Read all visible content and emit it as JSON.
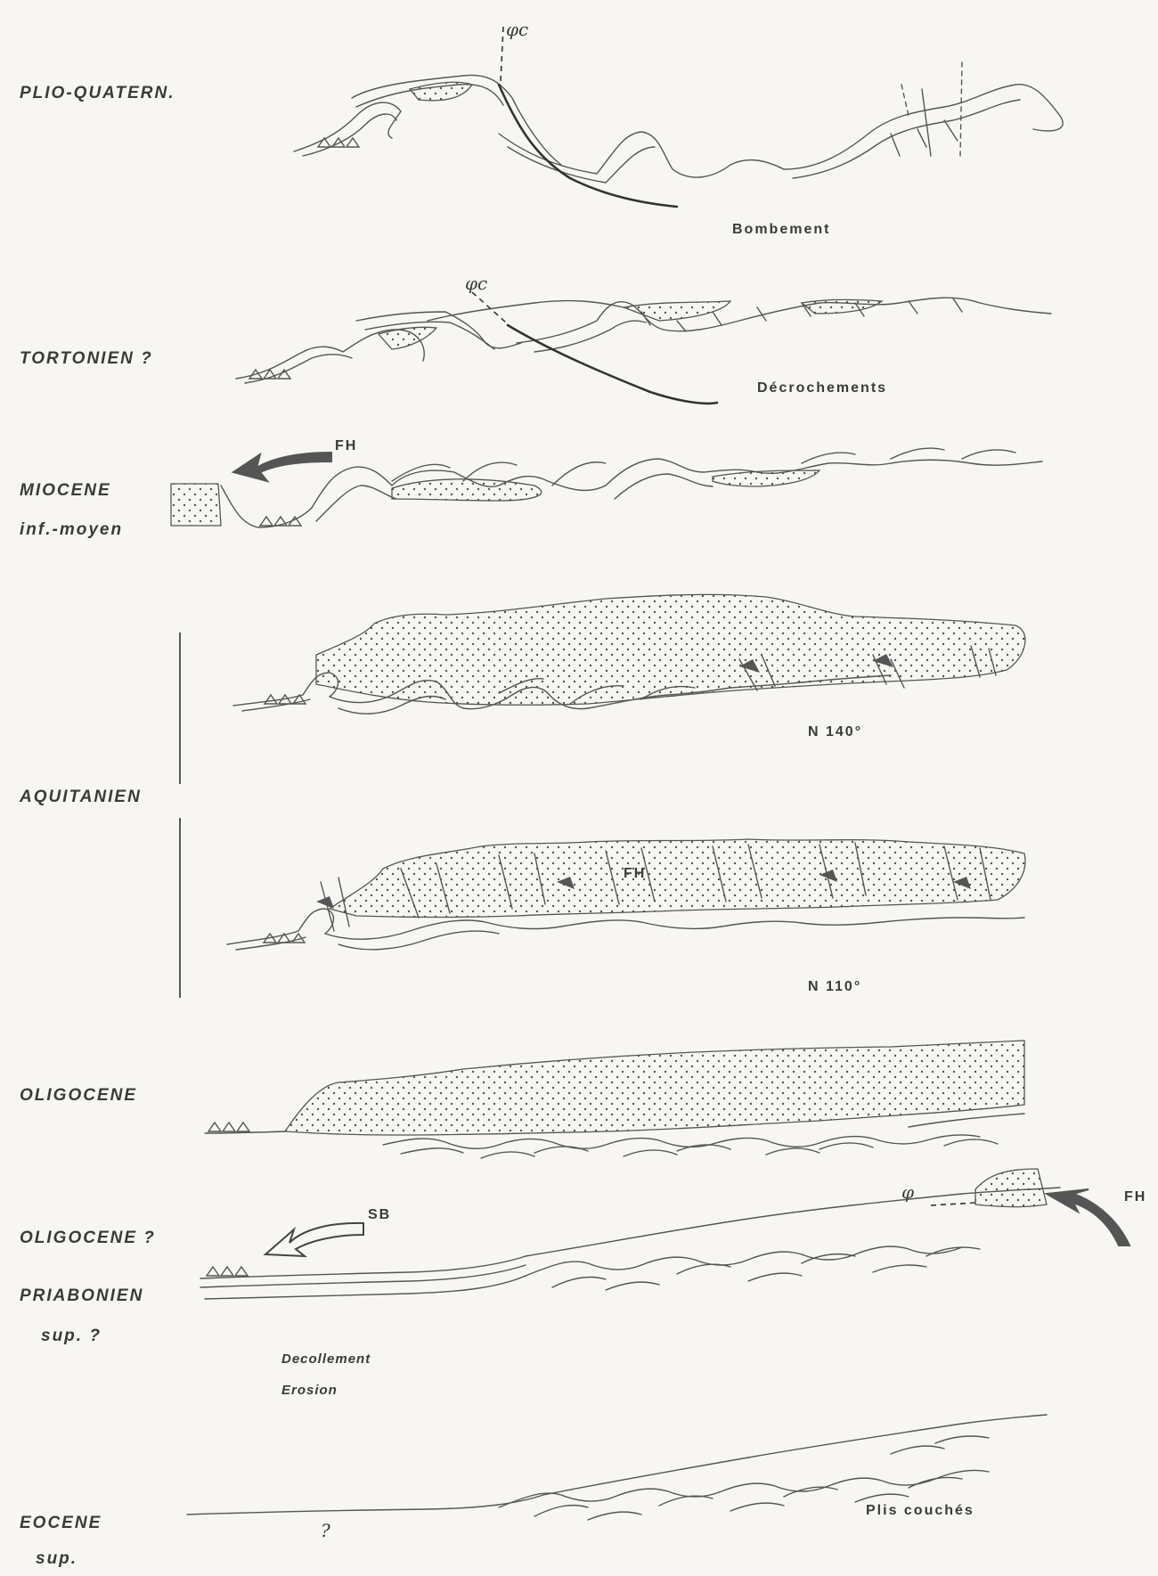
{
  "stages": {
    "plio_quatern": "PLIO-QUATERN.",
    "tortonien": "TORTONIEN ?",
    "miocene": "MIOCENE",
    "miocene_sub": "inf.-moyen",
    "aquitanien": "AQUITANIEN",
    "oligocene": "OLIGOCENE",
    "oligocene_q": "OLIGOCENE ?",
    "priabonien": "PRIABONIEN",
    "priabonien_sub": "sup. ?",
    "eocene": "EOCENE",
    "eocene_sub": "sup."
  },
  "annotations": {
    "phi_c_1": "φc",
    "phi_c_2": "φc",
    "bombement": "Bombement",
    "decrochements": "Décrochements",
    "fh_miocene": "FH",
    "n140": "N 140°",
    "fh_aquitanien": "FH",
    "n110": "N 110°",
    "phi": "φ",
    "fh_oligocene": "FH",
    "sb": "SB",
    "decollement": "Decollement",
    "erosion": "Erosion",
    "question": "?",
    "plis_couches": "Plis couchés"
  },
  "colors": {
    "ink": "#3a3a3a",
    "paper": "#f7f6f2",
    "arrow_fill": "#555555"
  }
}
